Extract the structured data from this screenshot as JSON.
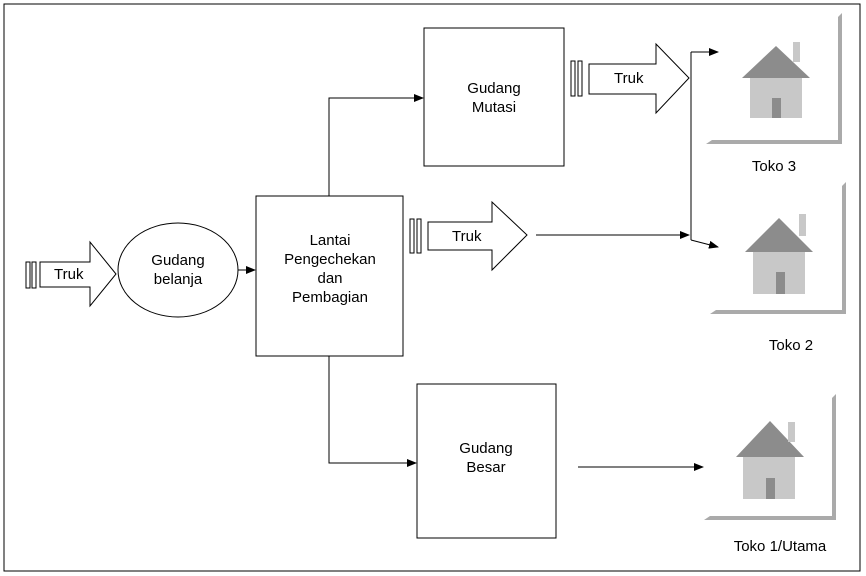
{
  "nodes": {
    "gudang_belanja": {
      "line1": "Gudang",
      "line2": "belanja"
    },
    "lantai": {
      "line1": "Lantai",
      "line2": "Pengechekan",
      "line3": "dan",
      "line4": "Pembagian"
    },
    "gudang_mutasi": {
      "line1": "Gudang",
      "line2": "Mutasi"
    },
    "gudang_besar": {
      "line1": "Gudang",
      "line2": "Besar"
    }
  },
  "trucks": {
    "inbound": "Truk",
    "to_mutasi_stores": "Truk",
    "direct": "Truk"
  },
  "stores": {
    "toko3": "Toko 3",
    "toko2": "Toko 2",
    "toko1": "Toko 1/Utama"
  },
  "icons": {
    "truck_arrow": "block-arrow-icon",
    "store": "house-icon"
  },
  "colors": {
    "line": "#000000",
    "house_body": "#c8c8c8",
    "house_roof": "#8c8c8c",
    "house_door": "#8c8c8c",
    "shelf": "#aaaaaa"
  }
}
